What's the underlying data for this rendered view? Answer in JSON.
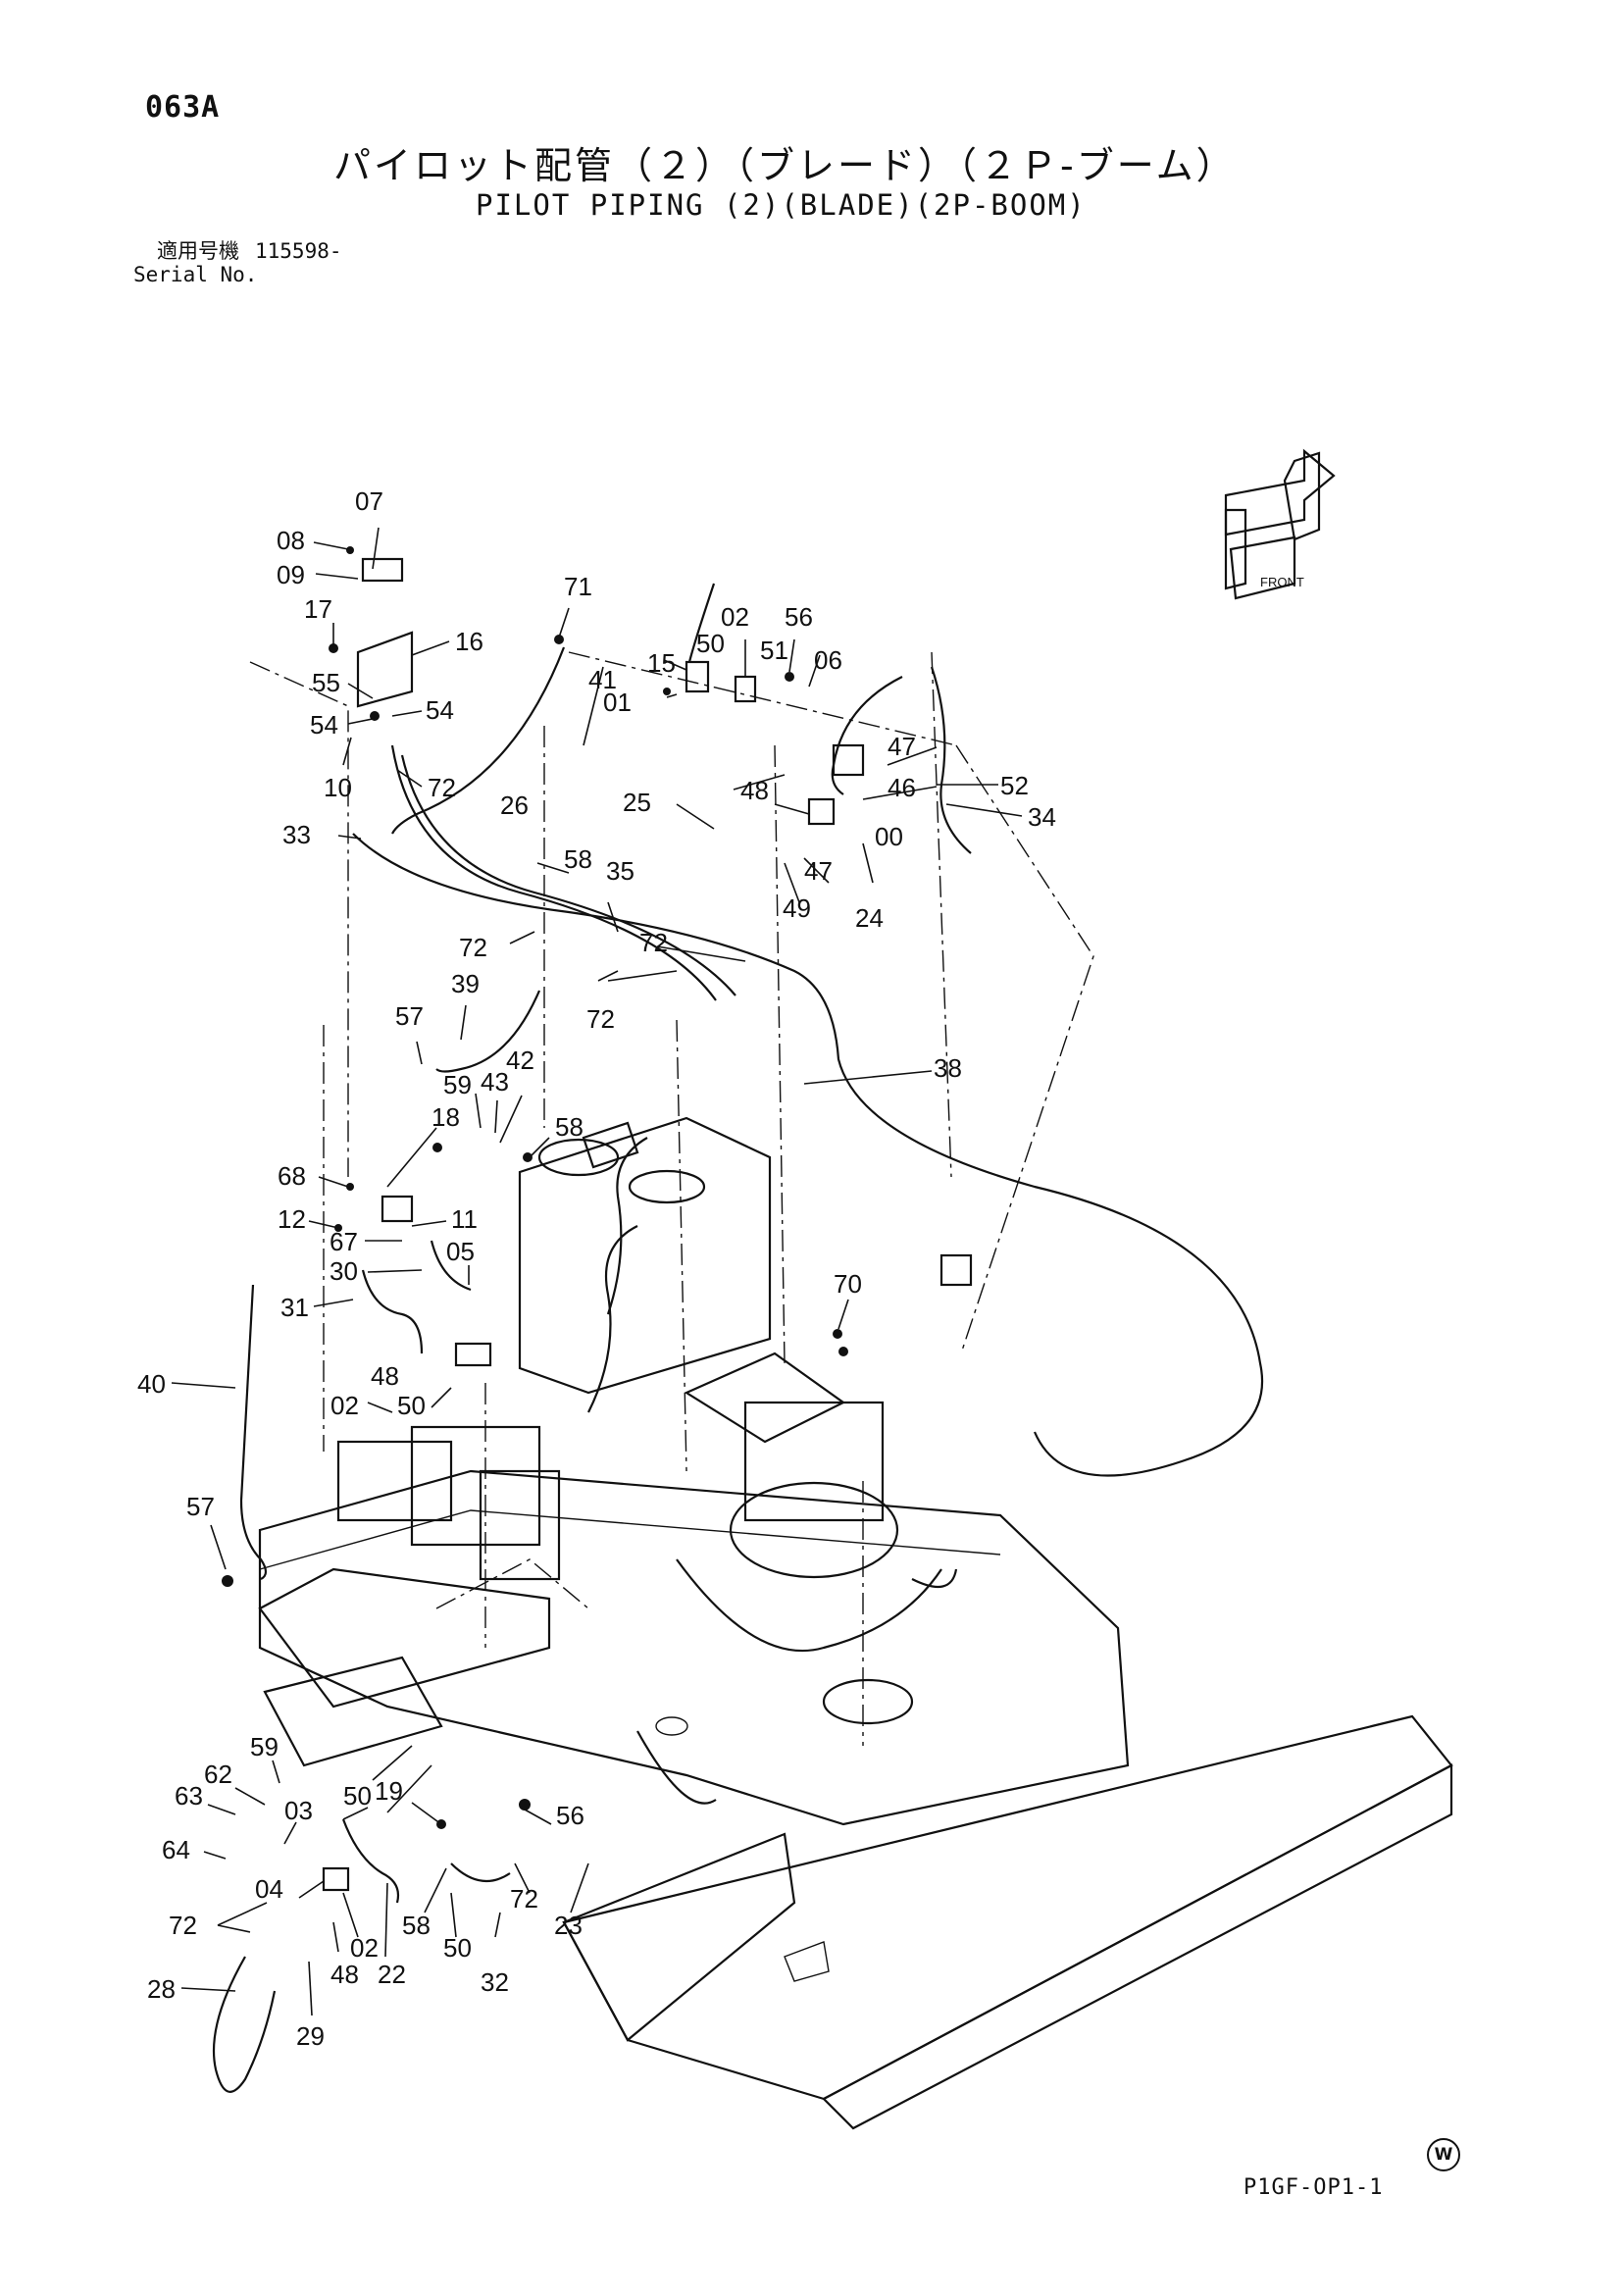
{
  "header": {
    "page_code": "063A",
    "title_jp": "パイロット配管（２）（ブレード）（２Ｐ-ブーム）",
    "title_en": "PILOT PIPING (2)(BLADE)(2P-BOOM)",
    "serial_label_jp": "適用号機",
    "serial_number": "115598-",
    "serial_label_en": "Serial No."
  },
  "orientation_icon": {
    "label_front": "FRONT"
  },
  "callouts": [
    "07",
    "08",
    "09",
    "17",
    "16",
    "55",
    "54",
    "54",
    "10",
    "72",
    "33",
    "71",
    "41",
    "26",
    "02",
    "50",
    "56",
    "15",
    "51",
    "06",
    "01",
    "47",
    "48",
    "46",
    "52",
    "34",
    "00",
    "25",
    "24",
    "47",
    "49",
    "58",
    "35",
    "72",
    "72",
    "72",
    "57",
    "39",
    "42",
    "43",
    "59",
    "38",
    "18",
    "58",
    "68",
    "12",
    "11",
    "67",
    "30",
    "05",
    "31",
    "48",
    "70",
    "40",
    "02",
    "50",
    "57",
    "59",
    "62",
    "03",
    "50",
    "19",
    "56",
    "63",
    "64",
    "04",
    "72",
    "02",
    "58",
    "50",
    "23",
    "72",
    "48",
    "22",
    "32",
    "28",
    "29"
  ],
  "footer": {
    "page_ref": "P1GF-OP1-1",
    "watermark": "W"
  }
}
